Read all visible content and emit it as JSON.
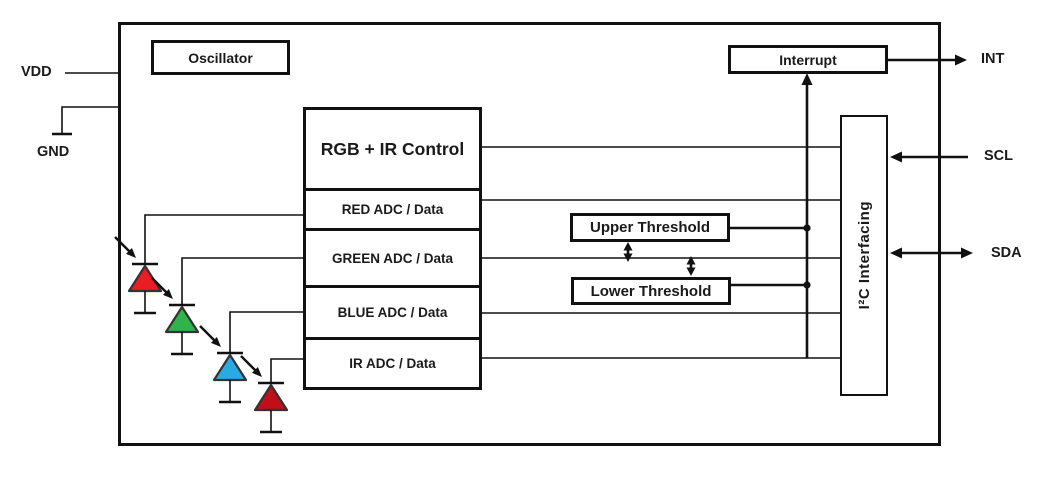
{
  "blocks": {
    "oscillator": {
      "label": "Oscillator"
    },
    "interrupt": {
      "label": "Interrupt"
    },
    "control": {
      "label": "RGB + IR Control"
    },
    "adc_rows": [
      {
        "label": "RED ADC / Data"
      },
      {
        "label": "GREEN ADC / Data"
      },
      {
        "label": "BLUE ADC / Data"
      },
      {
        "label": "IR ADC / Data"
      }
    ],
    "upper_threshold": {
      "label": "Upper Threshold"
    },
    "lower_threshold": {
      "label": "Lower Threshold"
    },
    "i2c": {
      "label": "I²C Interfacing"
    }
  },
  "pins": {
    "vdd": {
      "label": "VDD"
    },
    "gnd": {
      "label": "GND"
    },
    "int": {
      "label": "INT"
    },
    "scl": {
      "label": "SCL"
    },
    "sda": {
      "label": "SDA"
    }
  },
  "photodiodes": [
    {
      "name": "red-photodiode",
      "color": "#ec1c24"
    },
    {
      "name": "green-photodiode",
      "color": "#2fb34a"
    },
    {
      "name": "blue-photodiode",
      "color": "#29abe2"
    },
    {
      "name": "ir-photodiode",
      "color": "#c00f18"
    }
  ],
  "colors": {
    "line": "#111111",
    "background": "#ffffff"
  }
}
